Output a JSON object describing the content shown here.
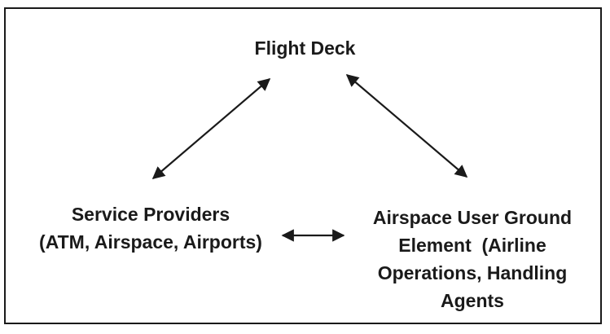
{
  "diagram": {
    "flight_deck": "Flight Deck",
    "service_providers": {
      "line1": "Service Providers",
      "line2": "(ATM, Airspace, Airports)"
    },
    "airspace_user": {
      "line1": "Airspace User Ground",
      "line2": "Element  (Airline",
      "line3": "Operations, Handling",
      "line4": "Agents"
    }
  }
}
